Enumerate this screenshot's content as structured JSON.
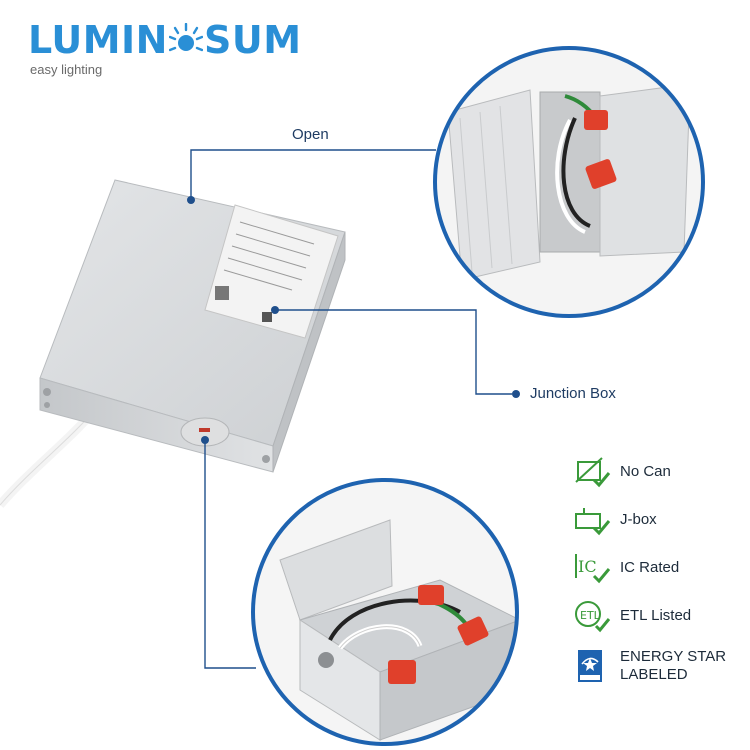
{
  "brand": {
    "name_left": "LUMIN",
    "name_right": "SUM",
    "tagline": "easy lighting",
    "color": "#2a8fd6"
  },
  "callouts": {
    "open": "Open",
    "junction": "Junction Box"
  },
  "features": [
    {
      "label": "No Can",
      "icon": "no-can-icon"
    },
    {
      "label": "J-box",
      "icon": "jbox-icon"
    },
    {
      "label": "IC Rated",
      "icon": "ic-rated-icon"
    },
    {
      "label": "ETL Listed",
      "icon": "etl-icon"
    },
    {
      "label": "ENERGY STAR",
      "label2": "LABELED",
      "icon": "energy-star-icon"
    }
  ],
  "colors": {
    "line": "#1f4f8c",
    "check": "#3a9a3a",
    "box": "#d2d5d8"
  }
}
